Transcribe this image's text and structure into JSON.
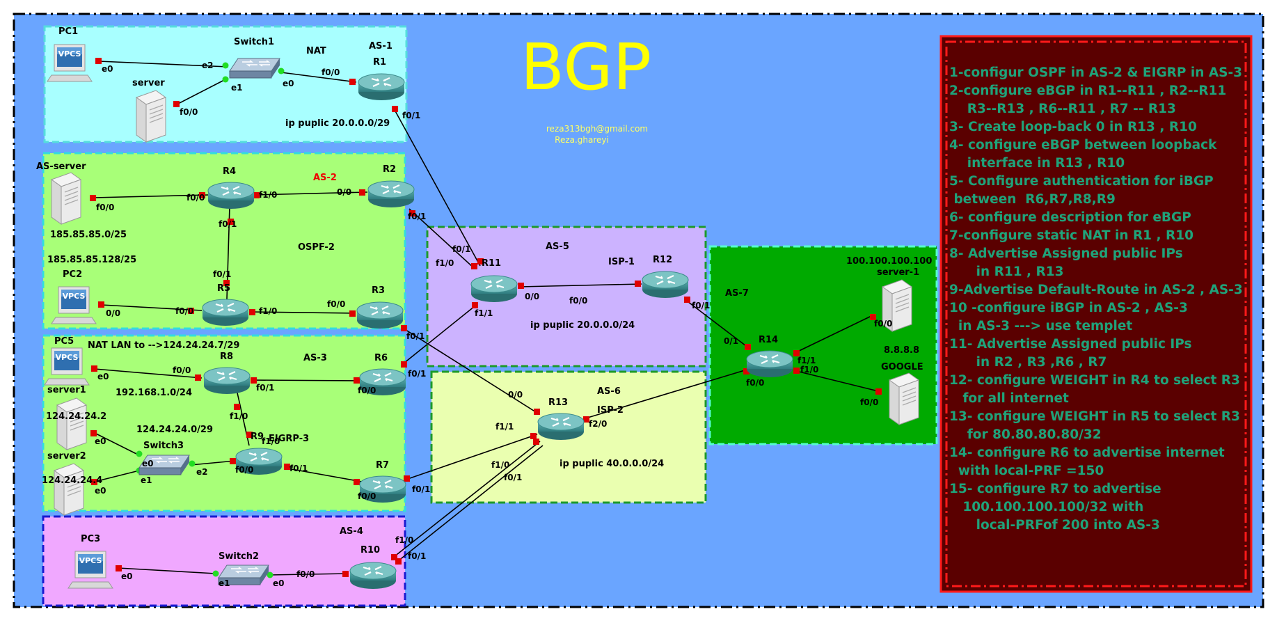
{
  "title": "BGP",
  "author": {
    "email": "reza313bgh@gmail.com",
    "name": "Reza.ghareyi"
  },
  "colors": {
    "background": "#6aa5ff",
    "title": "#ffff00",
    "task_text": "#1fa37a",
    "task_panel": "#5a0000",
    "task_border": "#ff1a1a",
    "as1": "#a8ffff",
    "as2_as3": "#a8ff78",
    "as4": "#f0a8ff",
    "as5": "#ccb3ff",
    "as6": "#eaffb0",
    "as7": "#00aa00",
    "port": "#e00000",
    "link_up": "#22dd22"
  },
  "zones": {
    "as1": {
      "name": "AS-1",
      "nat": "NAT",
      "prefix": "ip puplic 20.0.0.0/29"
    },
    "as2": {
      "name": "AS-2",
      "igp": "OSPF-2",
      "net_a": "185.85.85.0/25",
      "net_b": "185.85.85.128/25"
    },
    "as3": {
      "name": "AS-3",
      "igp": "EIGRP-3",
      "nat_note": "NAT LAN to -->124.24.24.7/29",
      "lan": "192.168.1.0/24",
      "public": "124.24.24.0/29"
    },
    "as4": {
      "name": "AS-4"
    },
    "as5": {
      "name": "AS-5",
      "isp": "ISP-1",
      "prefix": "ip puplic 20.0.0.0/24"
    },
    "as6": {
      "name": "AS-6",
      "isp": "ISP-2",
      "prefix": "ip puplic 40.0.0.0/24"
    },
    "as7": {
      "name": "AS-7"
    }
  },
  "devices": {
    "pc1": "PC1",
    "pc2": "PC2",
    "pc3": "PC3",
    "pc5": "PC5",
    "vpcs": "VPCS",
    "server": "server",
    "as_server": "AS-server",
    "server1": "server1",
    "server2": "server2",
    "server_1": "server-1",
    "google": "GOOGLE",
    "switch1": "Switch1",
    "switch2": "Switch2",
    "switch3": "Switch3",
    "r1": "R1",
    "r2": "R2",
    "r3": "R3",
    "r4": "R4",
    "r5": "R5",
    "r6": "R6",
    "r7": "R7",
    "r8": "R8",
    "r9": "R9",
    "r10": "R10",
    "r11": "R11",
    "r12": "R12",
    "r13": "R13",
    "r14": "R14"
  },
  "host_ips": {
    "server1": "124.24.24.2",
    "server2": "124.24.24.4",
    "server_1": "100.100.100.100",
    "google": "8.8.8.8"
  },
  "ports": {
    "e0": "e0",
    "e1": "e1",
    "e2": "e2",
    "f00": "f0/0",
    "f01": "f0/1",
    "f10": "f1/0",
    "f11": "f1/1",
    "f20": "f2/0",
    "zz": "0/0",
    "zo": "0/1",
    "oz": "1/0"
  },
  "tasks": [
    "1-configur OSPF in AS-2 & EIGRP in AS-3",
    "2-configure eBGP in R1--R11 , R2--R11",
    "    R3--R13 , R6--R11 , R7 -- R13",
    "3- Create loop-back 0 in R13 , R10",
    "4- configure eBGP between loopback",
    "    interface in R13 , R10",
    "5- Configure authentication for iBGP",
    " between  R6,R7,R8,R9",
    "6- configure description for eBGP",
    "7-configure static NAT in R1 , R10",
    "8- Advertise Assigned public IPs",
    "      in R11 , R13",
    "9-Advertise Default-Route in AS-2 , AS-3",
    "10 -configure iBGP in AS-2 , AS-3",
    "  in AS-3 ---> use templet",
    "11- Advertise Assigned public IPs",
    "      in R2 , R3 ,R6 , R7",
    "12- configure WEIGHT in R4 to select R3",
    "   for all internet",
    "13- configure WEIGHT in R5 to select R3",
    "    for 80.80.80.80/32",
    "14- configure R6 to advertise internet",
    "  with local-PRF =150",
    "15- configure R7 to advertise",
    "   100.100.100.100/32 with",
    "      local-PRFof 200 into AS-3"
  ]
}
